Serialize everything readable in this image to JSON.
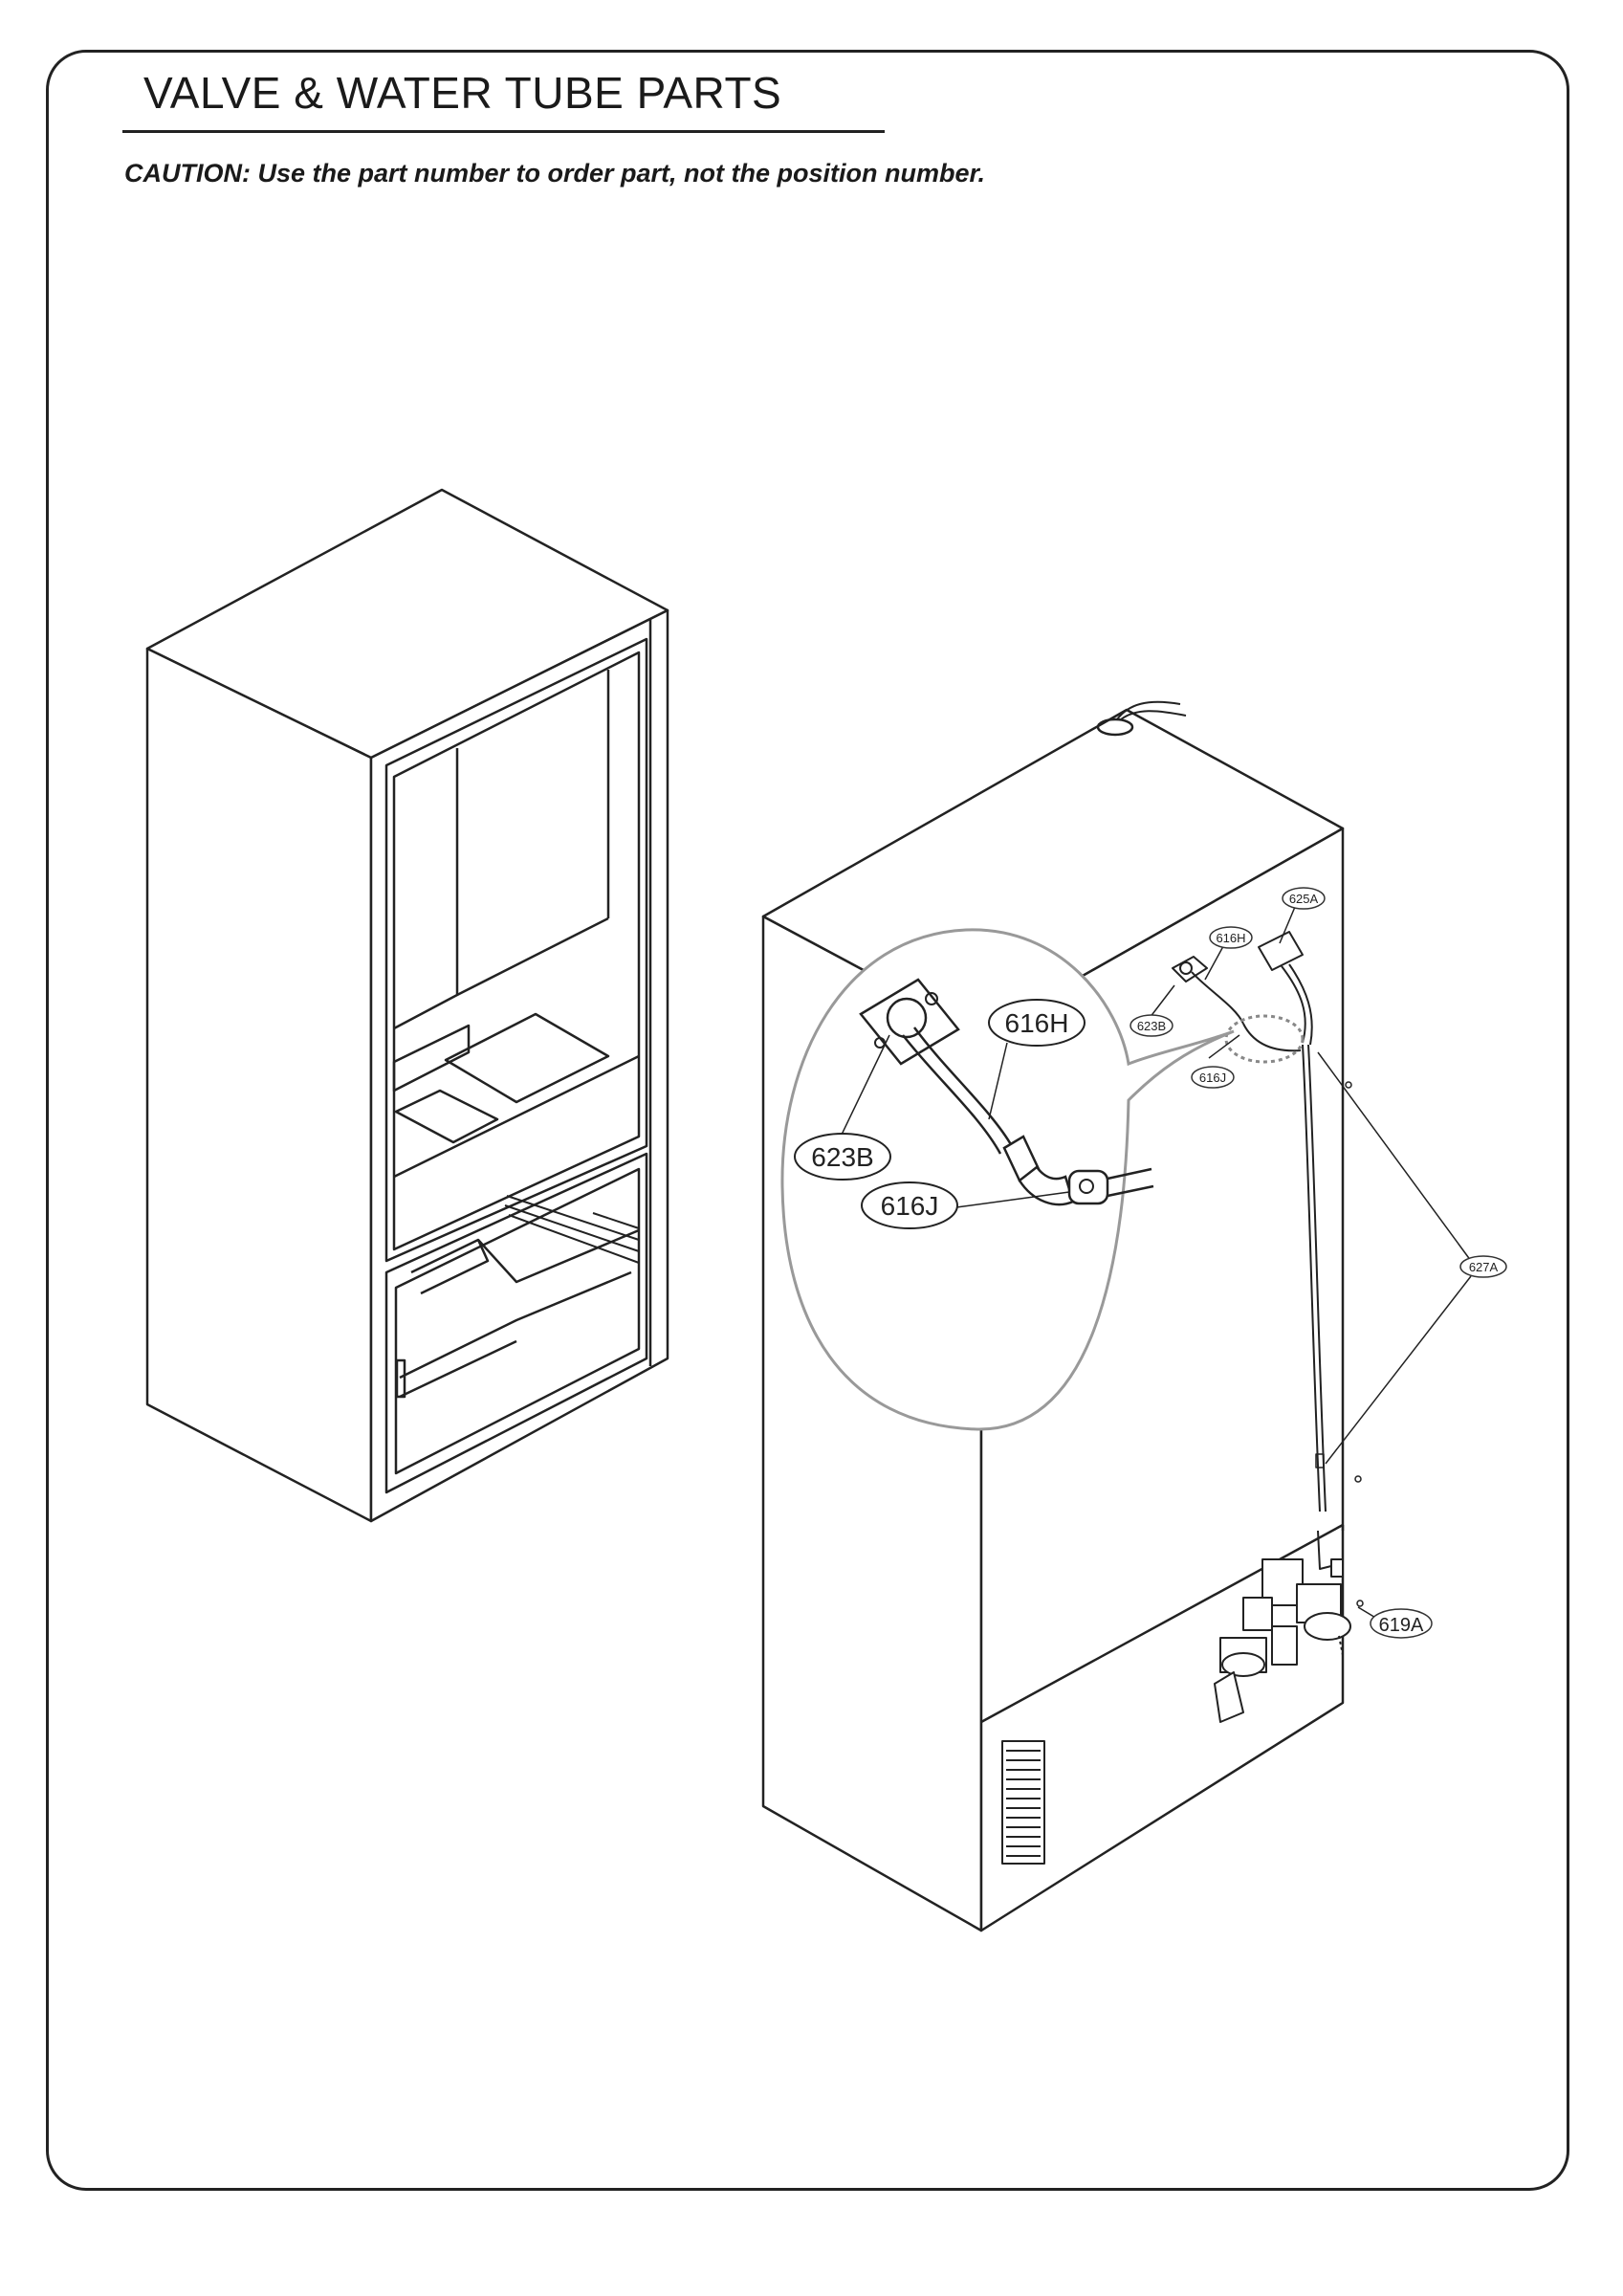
{
  "header": {
    "title": "VALVE & WATER TUBE PARTS",
    "caution": "CAUTION: Use the part number to order part, not the position number."
  },
  "callouts": {
    "detail_616H": "616H",
    "detail_623B": "623B",
    "detail_616J": "616J",
    "small_625A": "625A",
    "small_616H": "616H",
    "small_623B": "623B",
    "small_616J": "616J",
    "small_627A": "627A",
    "valve_619A": "619A"
  }
}
